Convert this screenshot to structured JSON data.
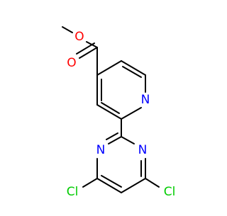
{
  "molecule": {
    "atoms": {
      "o_ether": {
        "label": "O",
        "color": "#ff0000"
      },
      "o_carbonyl": {
        "label": "O",
        "color": "#ff0000"
      },
      "n_pyridine": {
        "label": "N",
        "color": "#0000ff"
      },
      "n_pyrimidine_left": {
        "label": "N",
        "color": "#0000ff"
      },
      "n_pyrimidine_right": {
        "label": "N",
        "color": "#0000ff"
      },
      "cl_left": {
        "label": "Cl",
        "color": "#00cc00"
      },
      "cl_right": {
        "label": "Cl",
        "color": "#00cc00"
      }
    },
    "bond_color": "#000000"
  }
}
